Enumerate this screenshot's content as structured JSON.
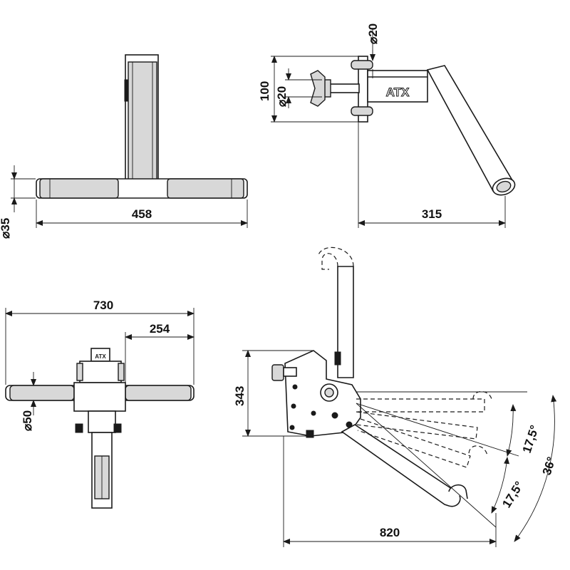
{
  "dimensions": {
    "view1_width": "458",
    "view1_diameter": "35",
    "view2_width": "315",
    "view2_height": "100",
    "view2_diameter_top": "20",
    "view2_diameter_left": "20",
    "view3_width": "730",
    "view3_inner": "254",
    "view3_diameter": "50",
    "view4_height": "343",
    "view4_width": "820",
    "angle_1": "17,5°",
    "angle_2": "17,5°",
    "angle_3": "36°"
  },
  "brand": "ATX",
  "colors": {
    "line": "#1a1a1a",
    "fill": "#d8d8d8"
  }
}
